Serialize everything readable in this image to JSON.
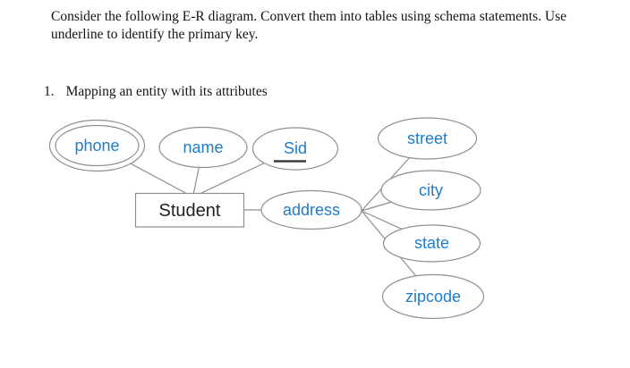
{
  "instructions": {
    "line1": "Consider the following E-R diagram. Convert them into tables using schema statements. Use",
    "line2": "underline to identify the primary key."
  },
  "list": {
    "number": "1.",
    "text": "Mapping an entity with its attributes"
  },
  "diagram": {
    "entity_label": "Student",
    "attributes": {
      "phone": {
        "label": "phone",
        "type": "multivalued"
      },
      "name": {
        "label": "name",
        "type": "simple"
      },
      "sid": {
        "label": "Sid",
        "type": "primary-key"
      },
      "address": {
        "label": "address",
        "type": "composite"
      },
      "street": {
        "label": "street",
        "type": "component"
      },
      "city": {
        "label": "city",
        "type": "component"
      },
      "state": {
        "label": "state",
        "type": "component"
      },
      "zipcode": {
        "label": "zipcode",
        "type": "component"
      }
    },
    "colors": {
      "attribute_text": "#1e7cc8",
      "entity_text": "#222222",
      "shape_stroke": "#8e8e8e",
      "primary_key_underline": "#3d3d3d"
    }
  }
}
